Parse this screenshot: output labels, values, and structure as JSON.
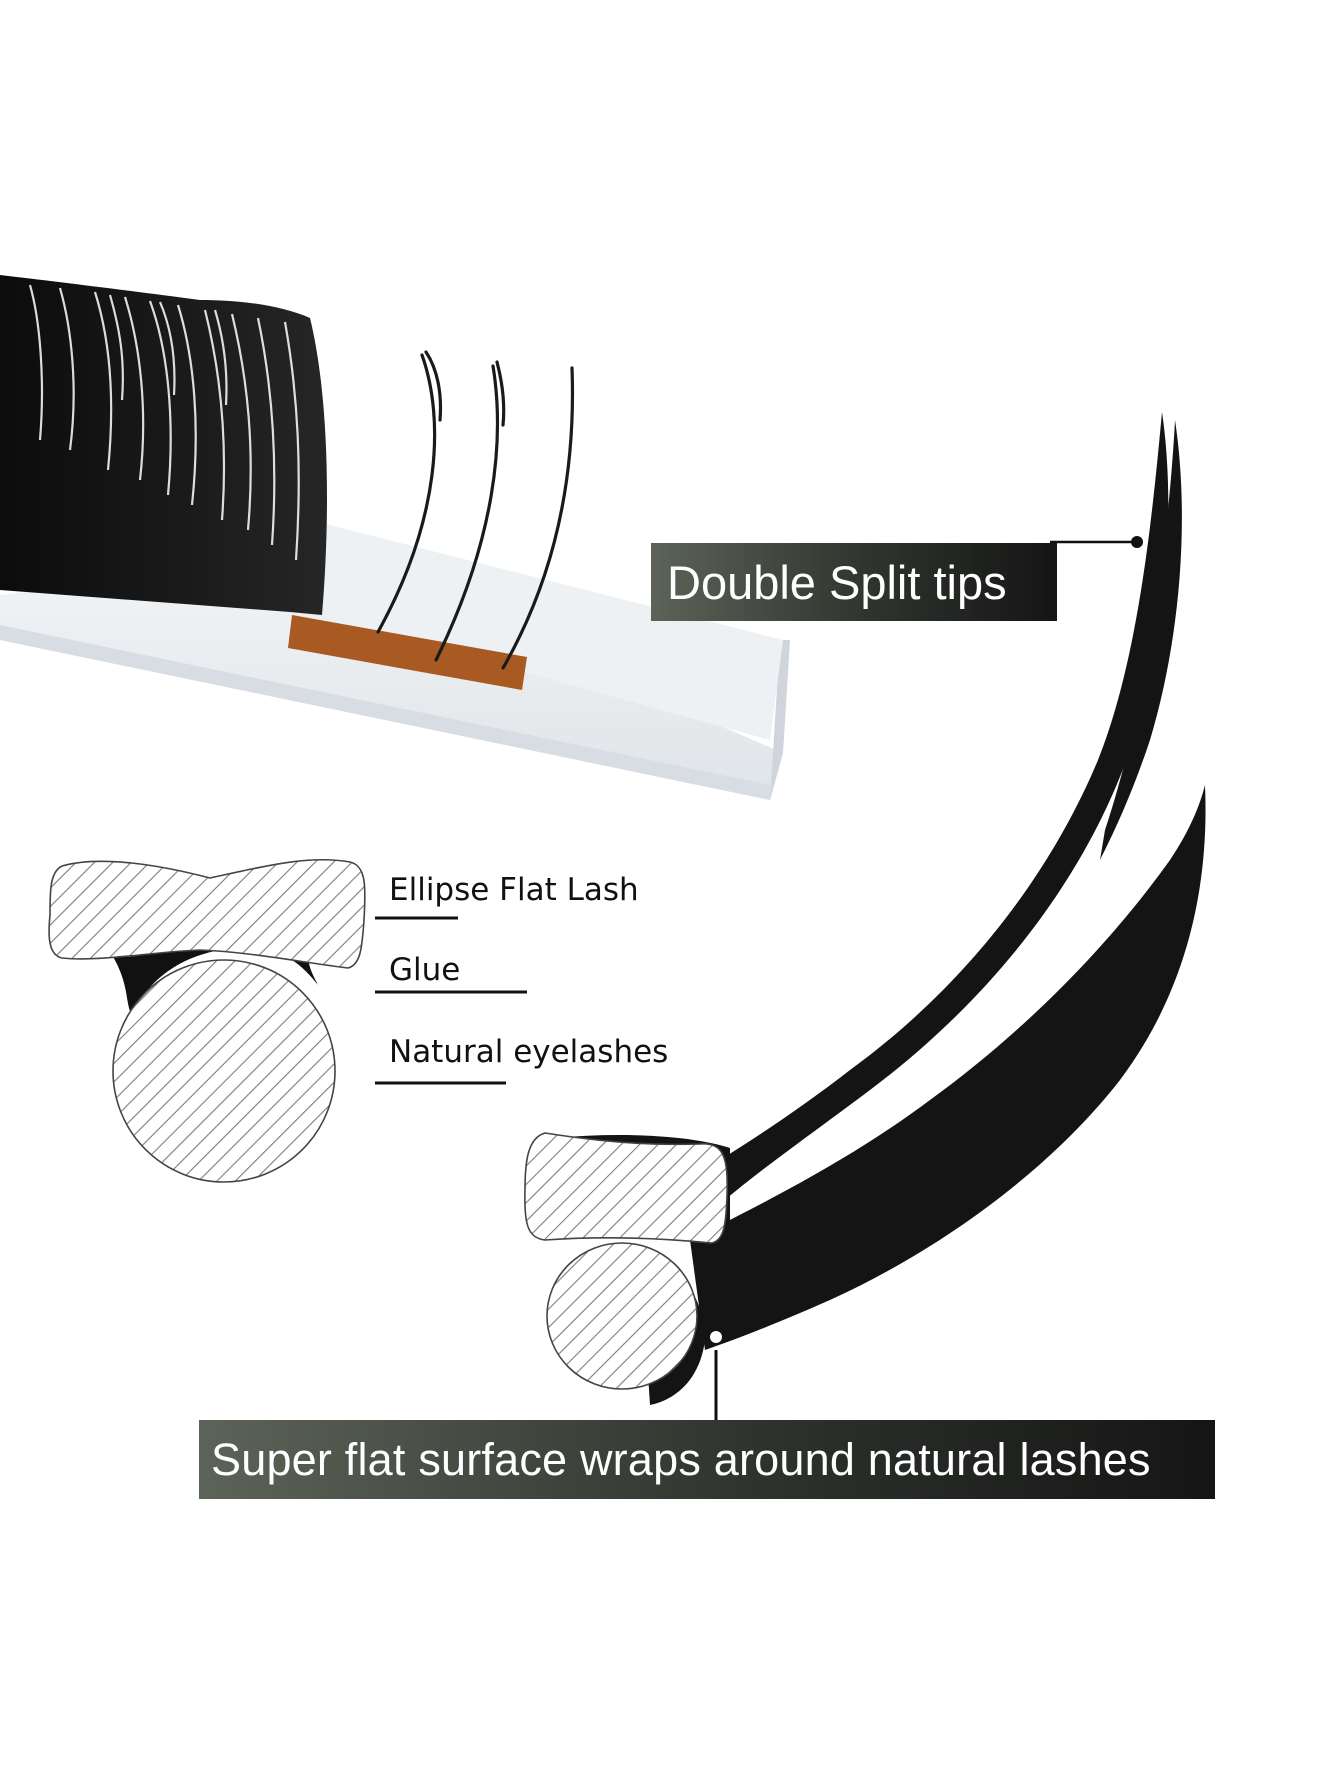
{
  "captions": {
    "double_split": "Double Split tips",
    "super_flat": "Super flat surface wraps around natural lashes"
  },
  "diagram_labels": {
    "ellipse_flat_lash": "Ellipse Flat Lash",
    "glue": "Glue",
    "natural_eyelashes": "Natural eyelashes"
  },
  "colors": {
    "lash_black": "#141414",
    "strip_white": "#e6ebef",
    "glue_tape": "#a85a22",
    "hatch_gray": "#8a8a8a",
    "caption_gradient_start": "#5c6358",
    "caption_gradient_end": "#151515"
  }
}
